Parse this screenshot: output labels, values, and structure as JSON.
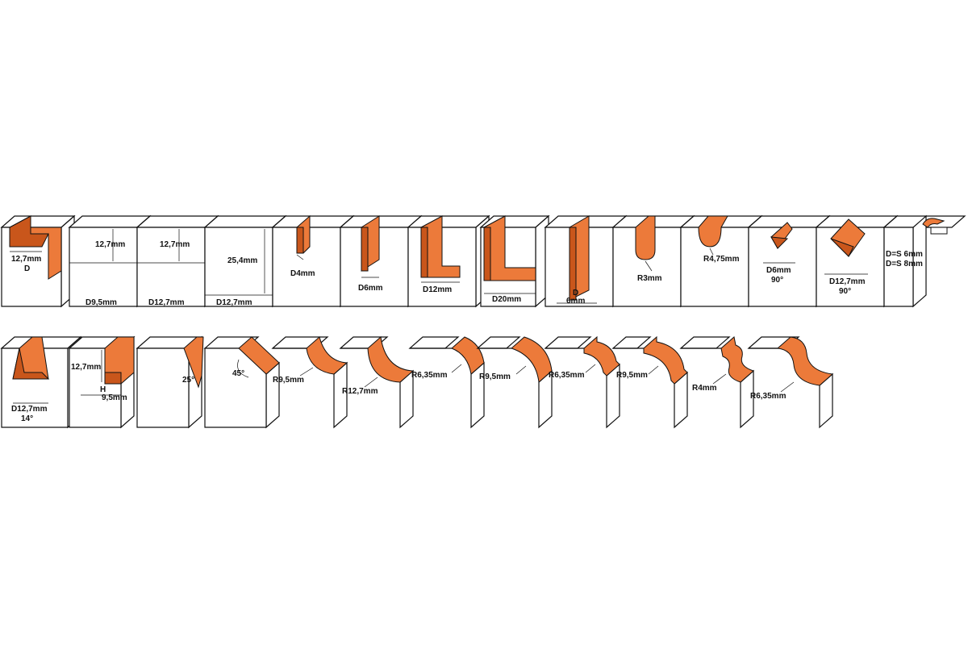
{
  "colors": {
    "profile": "#ec7a3a",
    "profile_shade": "#c9561b",
    "line": "#111111",
    "block": "#ffffff"
  },
  "row1": [
    {
      "id": "r1-1",
      "labels": [
        "12,7mm",
        "D"
      ],
      "shape": "rabbet"
    },
    {
      "id": "r1-2",
      "labels": [
        "12,7mm",
        "D9,5mm"
      ],
      "shape": "flush"
    },
    {
      "id": "r1-3",
      "labels": [
        "12,7mm",
        "D12,7mm"
      ],
      "shape": "flush"
    },
    {
      "id": "r1-4",
      "labels": [
        "25,4mm",
        "D12,7mm"
      ],
      "shape": "flush-tall"
    },
    {
      "id": "r1-5",
      "labels": [
        "D4mm"
      ],
      "shape": "slot-narrow"
    },
    {
      "id": "r1-6",
      "labels": [
        "D6mm"
      ],
      "shape": "slot"
    },
    {
      "id": "r1-7",
      "labels": [
        "D12mm"
      ],
      "shape": "slot-wide"
    },
    {
      "id": "r1-8",
      "labels": [
        "D20mm"
      ],
      "shape": "slot-xwide"
    },
    {
      "id": "r1-9",
      "labels": [
        "D",
        "6mm"
      ],
      "shape": "slot-deep"
    },
    {
      "id": "r1-10",
      "labels": [
        "R3mm"
      ],
      "shape": "core-box"
    },
    {
      "id": "r1-11",
      "labels": [
        "R4,75mm"
      ],
      "shape": "round-nose"
    },
    {
      "id": "r1-12",
      "labels": [
        "D6mm",
        "90°"
      ],
      "shape": "v-small"
    },
    {
      "id": "r1-13",
      "labels": [
        "D12,7mm",
        "90°"
      ],
      "shape": "v-large"
    },
    {
      "id": "r1-14",
      "labels": [
        "D=S 6mm",
        "D=S 8mm"
      ],
      "shape": "keyhole"
    }
  ],
  "row2": [
    {
      "id": "r2-1",
      "labels": [
        "D12,7mm",
        "14°"
      ],
      "shape": "dovetail"
    },
    {
      "id": "r2-2",
      "labels": [
        "12,7mm",
        "H",
        "9,5mm"
      ],
      "shape": "rabbet"
    },
    {
      "id": "r2-3",
      "labels": [
        "25°"
      ],
      "shape": "chamfer-25"
    },
    {
      "id": "r2-4",
      "labels": [
        "45°"
      ],
      "shape": "chamfer-45"
    },
    {
      "id": "r2-5",
      "labels": [
        "R9,5mm"
      ],
      "shape": "cove"
    },
    {
      "id": "r2-6",
      "labels": [
        "R12,7mm"
      ],
      "shape": "cove-large"
    },
    {
      "id": "r2-7",
      "labels": [
        "R6,35mm"
      ],
      "shape": "roundover"
    },
    {
      "id": "r2-8",
      "labels": [
        "R9,5mm"
      ],
      "shape": "roundover"
    },
    {
      "id": "r2-9",
      "labels": [
        "R6,35mm"
      ],
      "shape": "beading"
    },
    {
      "id": "r2-10",
      "labels": [
        "R9,5mm"
      ],
      "shape": "beading"
    },
    {
      "id": "r2-11",
      "labels": [
        "R4mm"
      ],
      "shape": "ogee-small"
    },
    {
      "id": "r2-12",
      "labels": [
        "R6,35mm"
      ],
      "shape": "ogee"
    }
  ]
}
